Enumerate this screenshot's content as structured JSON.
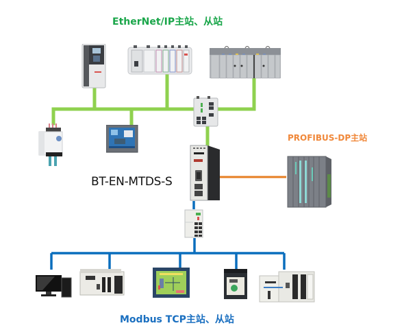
{
  "diagram": {
    "title_ethernet_ip": "EtherNet/IP主站、从站",
    "title_profibus": "PROFIBUS-DP主站",
    "title_modbus": "Modbus TCP主站、从站",
    "gateway_label": "BT-EN-MTDS-S",
    "colors": {
      "ethernet_ip_line": "#8fd14f",
      "profibus_line": "#e67e22",
      "modbus_line": "#0a6ebd",
      "ethernet_ip_text": "#1aa64a",
      "profibus_text": "#f0883a",
      "modbus_text": "#1a6fc0"
    },
    "devices": {
      "ethernet_ip": [
        "variable-frequency-drive",
        "compact-plc-rack",
        "large-plc-rack",
        "ethernet-switch",
        "motor-starter",
        "hmi-touch-panel"
      ],
      "gateway": "protocol-gateway",
      "profibus": [
        "profibus-plc"
      ],
      "modbus": [
        "modbus-switch",
        "desktop-pc",
        "modbus-plc",
        "modbus-hmi",
        "small-vfd",
        "modular-plc"
      ]
    }
  }
}
